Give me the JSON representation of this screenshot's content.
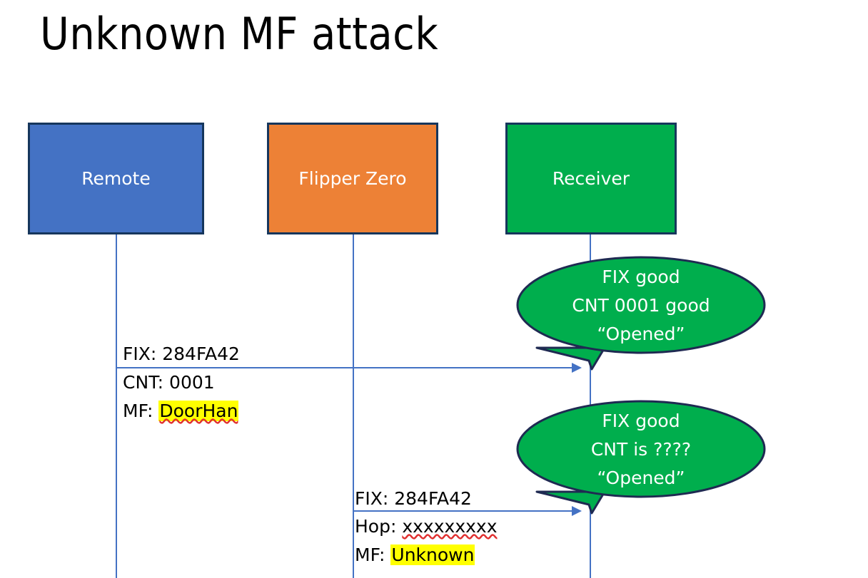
{
  "slide": {
    "title": "Unknown MF attack",
    "background_color": "#FFFFFF"
  },
  "colors": {
    "remote_fill": "#4472C4",
    "flipper_fill": "#ED8136",
    "receiver_fill": "#00AE4D",
    "box_border": "#16365C",
    "lifeline": "#4472C4",
    "arrow": "#4472C4",
    "callout_fill": "#00AE4D",
    "callout_border": "#1F2A52",
    "highlight": "#FFFF00",
    "spellcheck_underline": "#E03030",
    "text_dark": "#000000",
    "text_light": "#FFFFFF"
  },
  "actors": [
    {
      "id": "remote",
      "label": "Remote"
    },
    {
      "id": "flipper",
      "label": "Flipper Zero"
    },
    {
      "id": "receiver",
      "label": "Receiver"
    }
  ],
  "messages": [
    {
      "id": "msg-1",
      "from": "remote",
      "to": "receiver",
      "line1": "FIX: 284FA42",
      "line2": "CNT: 0001",
      "line3_prefix": "MF: ",
      "line3_value": "DoorHan",
      "line3_highlighted": true,
      "line3_spellchecked": true
    },
    {
      "id": "msg-2",
      "from": "flipper",
      "to": "receiver",
      "line1": "FIX: 284FA42",
      "line2_prefix": "Hop: ",
      "line2_value": "xxxxxxxxx",
      "line2_spellchecked": true,
      "line3_prefix": "MF: ",
      "line3_value": "Unknown",
      "line3_highlighted": true
    }
  ],
  "callouts": [
    {
      "id": "callout-1",
      "anchor": "receiver",
      "line1": "FIX good",
      "line2": "CNT 0001 good",
      "line3": "“Opened”"
    },
    {
      "id": "callout-2",
      "anchor": "receiver",
      "line1": "FIX good",
      "line2": "CNT is ????",
      "line3": "“Opened”"
    }
  ]
}
